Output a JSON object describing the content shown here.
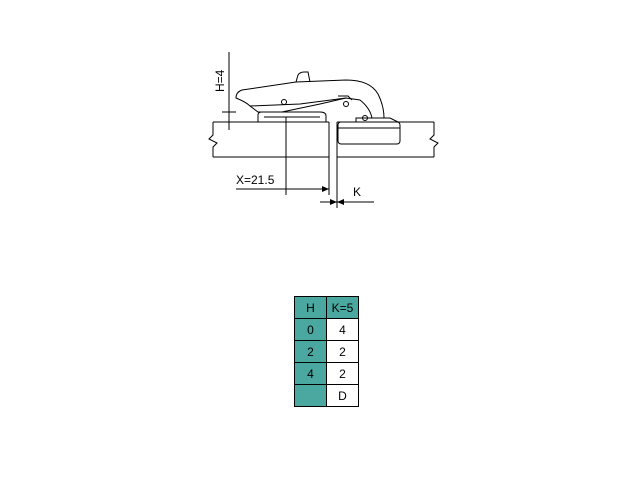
{
  "diagram": {
    "dim_h": "H=4",
    "dim_x": "X=21.5",
    "dim_k": "K"
  },
  "table": {
    "header": {
      "h": "H",
      "k": "K=5"
    },
    "rows": [
      {
        "h": "0",
        "k": "4"
      },
      {
        "h": "2",
        "k": "2"
      },
      {
        "h": "4",
        "k": "2"
      },
      {
        "h": "",
        "k": "D"
      }
    ]
  },
  "colors": {
    "table_accent": "#4aa8a0"
  }
}
